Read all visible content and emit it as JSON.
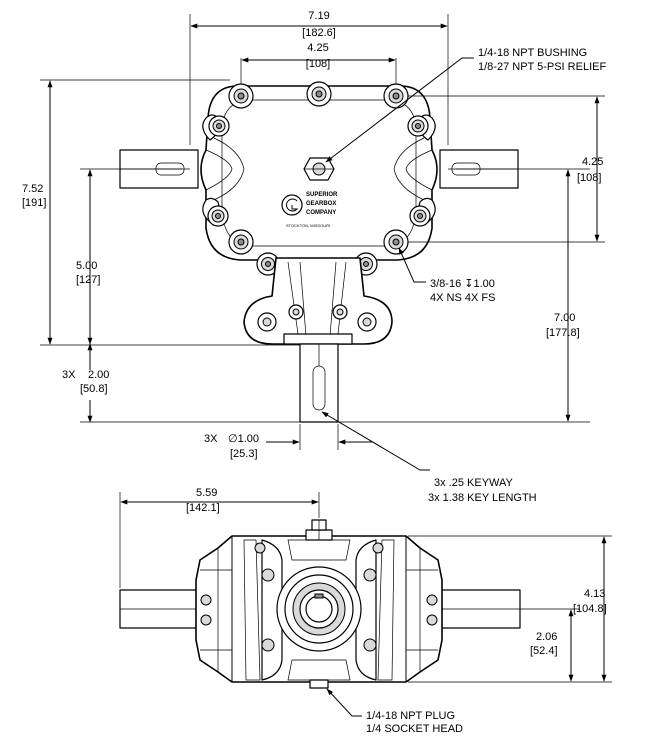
{
  "top_view": {
    "width_overall": {
      "in": "7.19",
      "mm": "[182.6]"
    },
    "bolt_spacing_top": {
      "in": "4.25",
      "mm": "[108]"
    },
    "height_overall": {
      "in": "7.52",
      "mm": "[191]"
    },
    "shaft_center_height": {
      "in": "5.00",
      "mm": "[127]"
    },
    "bolt_spacing_right": {
      "in": "4.25",
      "mm": "[108]"
    },
    "output_shaft_length": {
      "in": "7.00",
      "mm": "[177.8]"
    },
    "shaft_extension": {
      "prefix": "3X",
      "in": "2.00",
      "mm": "[50.8]"
    },
    "shaft_diameter": {
      "prefix": "3X",
      "in": "∅1.00",
      "mm": "[25.3]"
    },
    "bushing_note": {
      "line1": "1/4-18 NPT BUSHING",
      "line2": "1/8-27 NPT 5-PSI RELIEF"
    },
    "tap_note": {
      "line1": "3/8-16  ↧1.00",
      "line2": "4X NS 4X FS"
    },
    "keyway_note": {
      "line1": "3x .25 KEYWAY",
      "line2": "3x 1.38 KEY LENGTH"
    },
    "logo": {
      "line1": "SUPERIOR",
      "line2": "GEARBOX",
      "line3": "COMPANY",
      "line4": "STOCKTON, MISSOURI"
    }
  },
  "bottom_view": {
    "half_width": {
      "in": "5.59",
      "mm": "[142.1]"
    },
    "height_overall": {
      "in": "4.13",
      "mm": "[104.8]"
    },
    "center_height": {
      "in": "2.06",
      "mm": "[52.4]"
    },
    "plug_note": {
      "line1": "1/4-18 NPT PLUG",
      "line2": "1/4 SOCKET HEAD"
    }
  }
}
